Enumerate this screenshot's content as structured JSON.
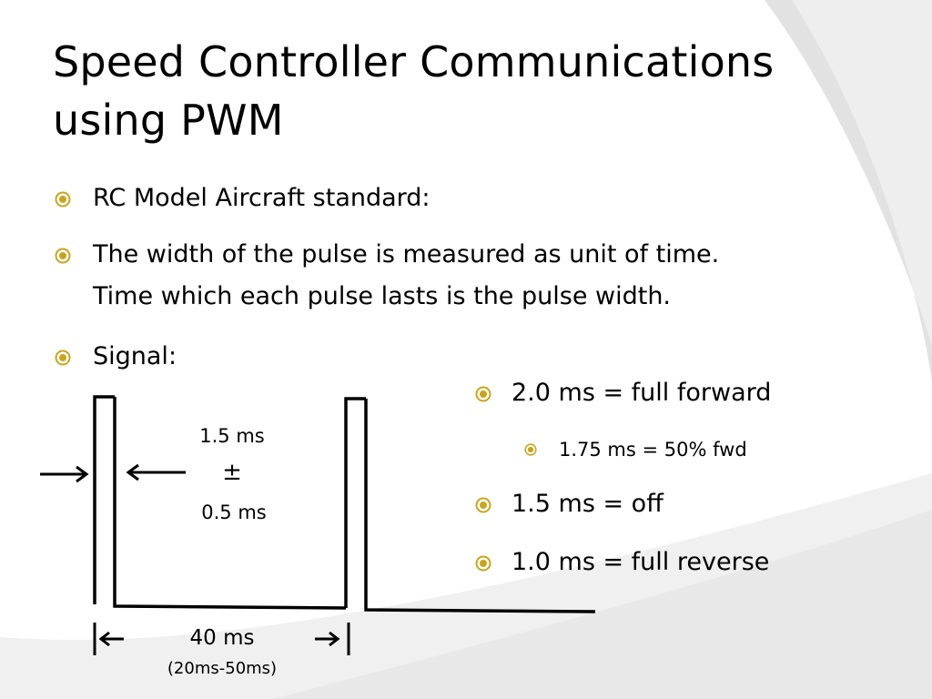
{
  "slide": {
    "title_line1": "Speed Controller Communications",
    "title_line2": "using PWM",
    "bullets": [
      {
        "text": "RC Model Aircraft standard:"
      },
      {
        "text_line1": "The width of the pulse is measured as unit of time.",
        "text_line2": "Time which each pulse lasts is the pulse width."
      },
      {
        "text": "Signal:"
      }
    ],
    "right_bullets": [
      {
        "text": "2.0 ms = full forward"
      },
      {
        "text": "1.75 ms = 50% fwd"
      },
      {
        "text": "1.5 ms = off"
      },
      {
        "text": "1.0 ms = full reverse"
      }
    ],
    "diagram": {
      "pulse_width_line1": "1.5 ms",
      "pulse_width_pm": "±",
      "pulse_width_line3": "0.5 ms",
      "period_label": "40 ms",
      "period_range": "(20ms-50ms)"
    }
  },
  "colors": {
    "bullet_accent": "#c8a51e",
    "background_swoosh": "#e9e9e9",
    "text": "#000000"
  }
}
